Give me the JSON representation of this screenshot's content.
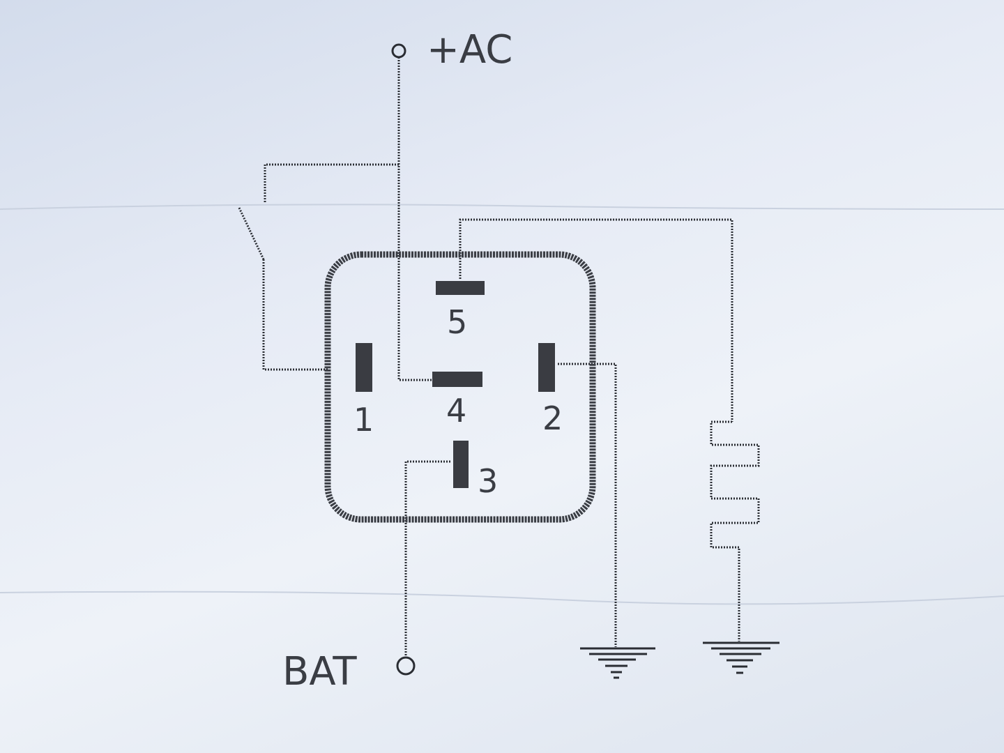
{
  "labels": {
    "ac": "+AC",
    "bat": "BAT",
    "pin1": "1",
    "pin2": "2",
    "pin3": "3",
    "pin4": "4",
    "pin5": "5"
  },
  "colors": {
    "ink": "#2a2d33",
    "paper": "#e6ebf5"
  }
}
